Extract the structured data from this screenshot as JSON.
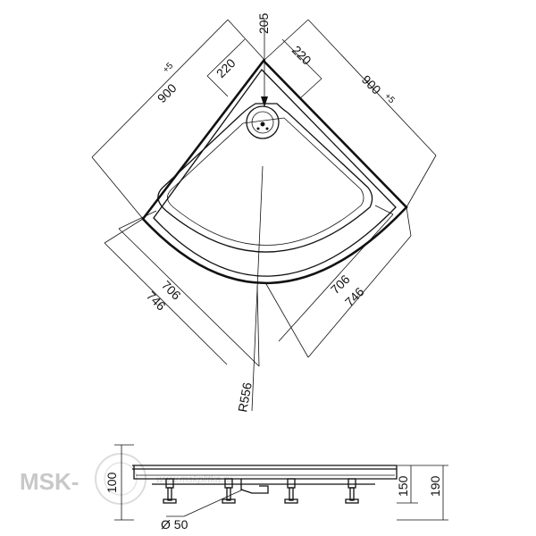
{
  "dimensions": {
    "width_left": "900",
    "width_left_tol": "+5",
    "width_right": "900",
    "width_right_tol": "+5",
    "corner_left": "220",
    "corner_right": "220",
    "drain_offset": "205",
    "inner_left": "706",
    "outer_left": "746",
    "inner_right": "706",
    "outer_right": "746",
    "radius": "R556",
    "height_left": "100",
    "height_mid": "150",
    "height_right": "190",
    "drain_diameter": "Ø 50"
  },
  "watermark": {
    "brand": "MSK-",
    "site": "www.mskplitka.ru"
  },
  "colors": {
    "line": "#111111",
    "watermark": "#c8c8c8"
  }
}
